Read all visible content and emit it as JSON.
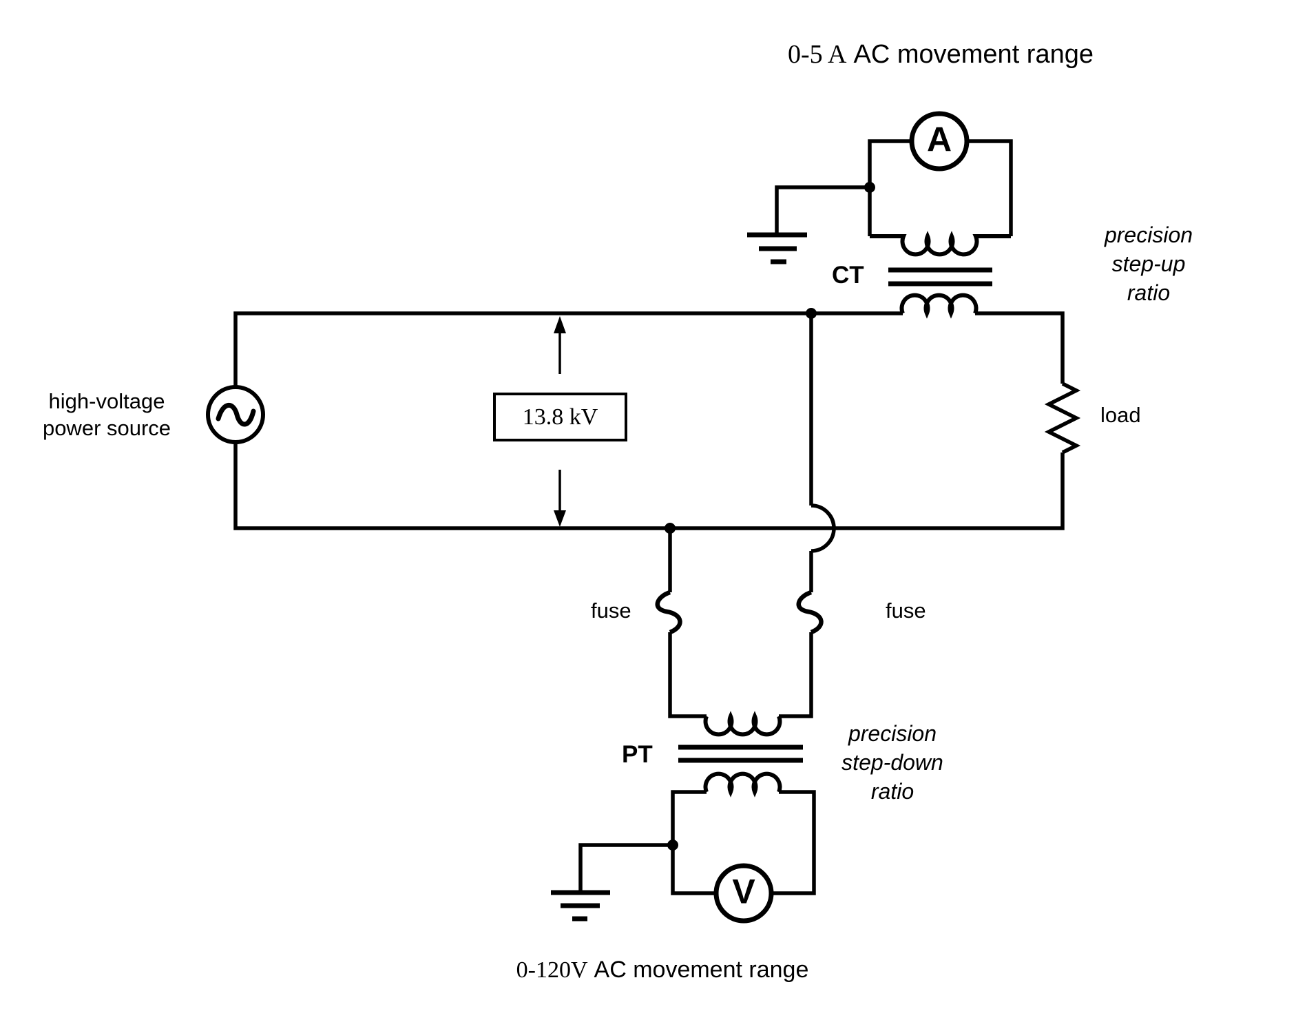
{
  "diagram": {
    "colors": {
      "ink": "#000000",
      "background": "#ffffff"
    },
    "titles": {
      "ammeter_range": {
        "unit_prefix": "0-5 A",
        "rest": "AC movement range"
      },
      "voltmeter_range": {
        "unit_prefix": "0-120V",
        "rest": "AC movement range"
      }
    },
    "source": {
      "label_line1": "high-voltage",
      "label_line2": "power source",
      "voltage": "13.8 kV"
    },
    "load": {
      "label": "load"
    },
    "fuses": {
      "left": "fuse",
      "right": "fuse"
    },
    "current_transformer": {
      "label": "CT",
      "ratio_line1": "precision",
      "ratio_line2": "step-up",
      "ratio_line3": "ratio"
    },
    "potential_transformer": {
      "label": "PT",
      "ratio_line1": "precision",
      "ratio_line2": "step-down",
      "ratio_line3": "ratio"
    },
    "meters": {
      "ammeter": "A",
      "voltmeter": "V"
    }
  }
}
